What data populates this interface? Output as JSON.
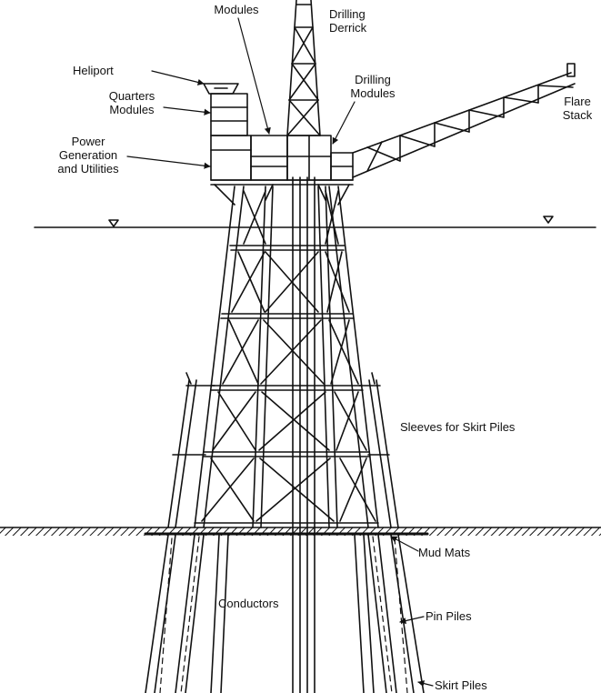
{
  "labels": {
    "modules": "Modules",
    "drilling_derrick": [
      "Drilling",
      "Derrick"
    ],
    "heliport": "Heliport",
    "quarters_modules": [
      "Quarters",
      "Modules"
    ],
    "drilling_modules": [
      "Drilling",
      "Modules"
    ],
    "flare_stack": [
      "Flare",
      "Stack"
    ],
    "power_generation": [
      "Power",
      "Generation",
      "and Utilities"
    ],
    "sleeves_for_skirt_piles": "Sleeves for Skirt Piles",
    "mud_mats": "Mud Mats",
    "conductors": "Conductors",
    "pin_piles": "Pin Piles",
    "skirt_piles": "Skirt Piles"
  },
  "colors": {
    "line": "#111111",
    "background": "#ffffff"
  }
}
